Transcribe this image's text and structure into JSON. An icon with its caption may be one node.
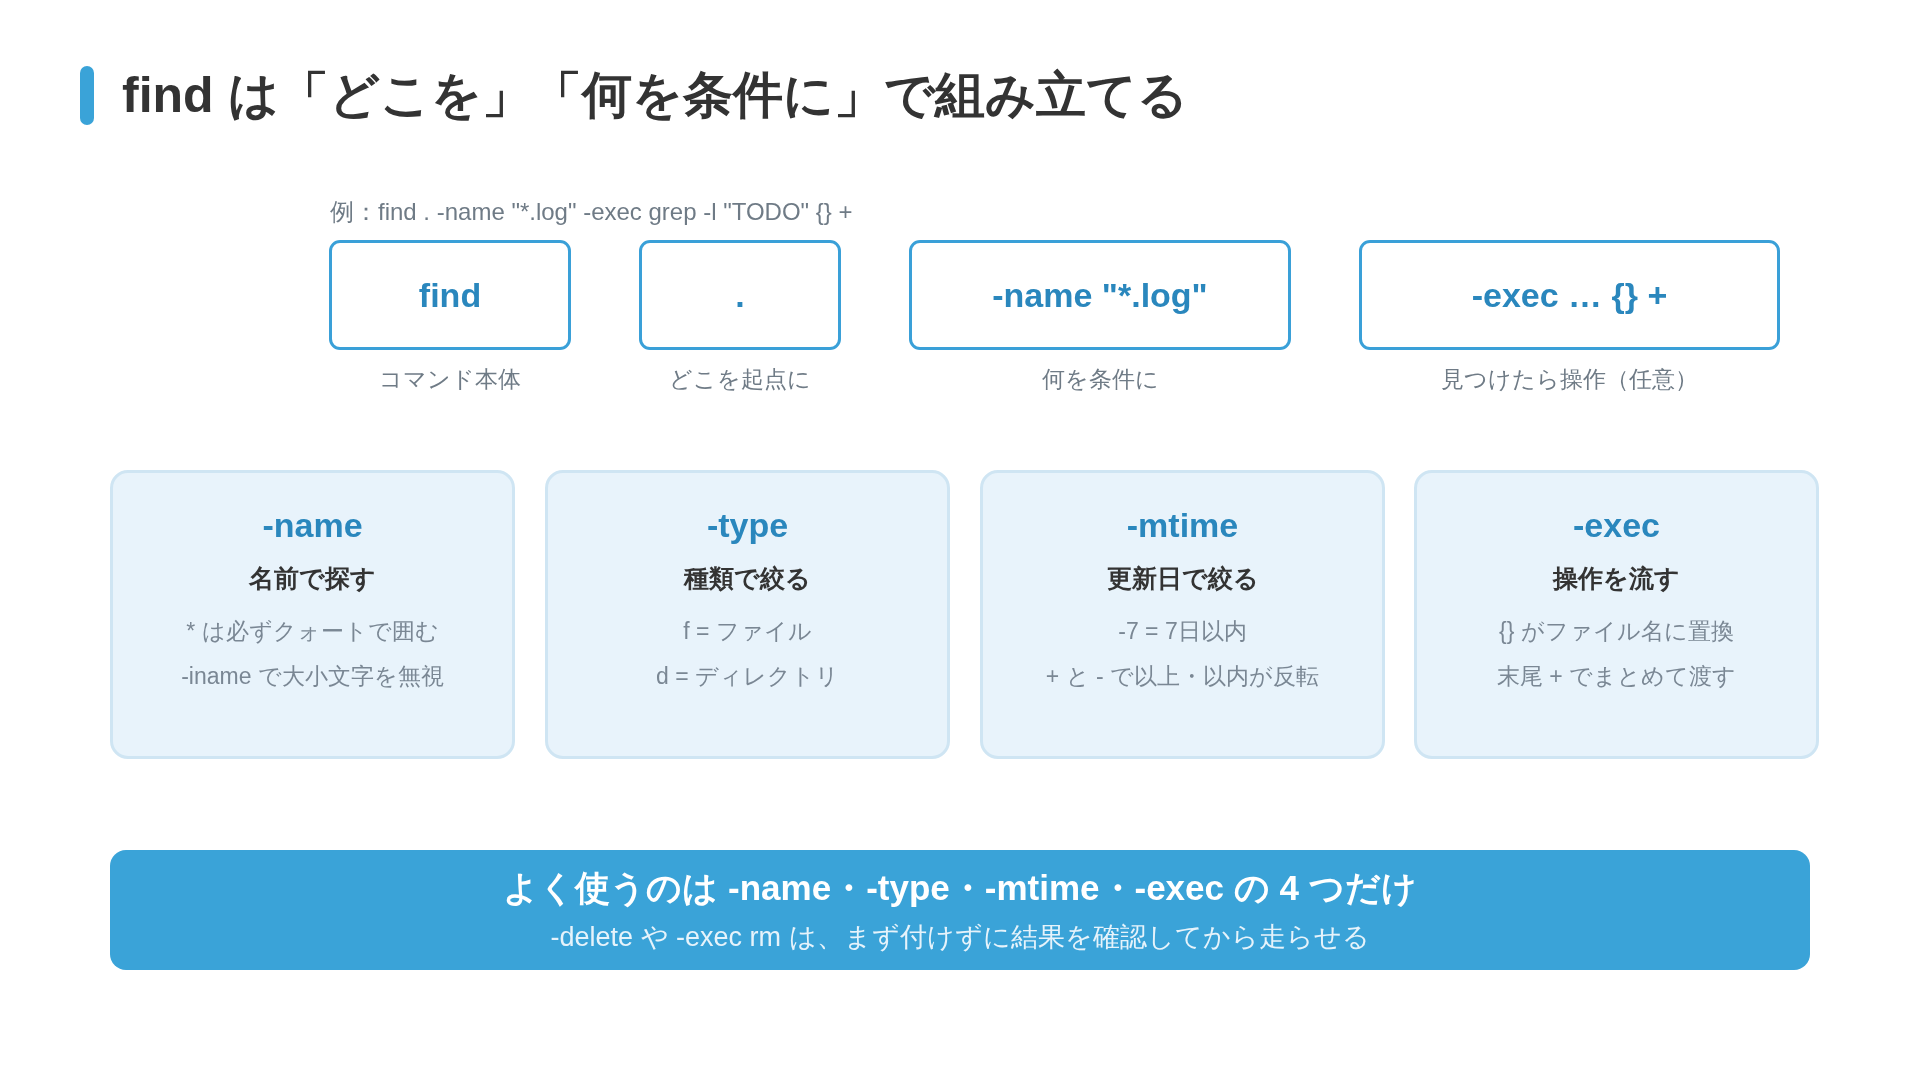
{
  "diagram": {
    "title": "find は「どこを」「何を条件に」で組み立てる",
    "nodes": [
      {
        "text": [
          "find"
        ],
        "beside": [
          "コマンド本体"
        ]
      },
      {
        "text": [
          "."
        ],
        "beside": [
          "どこを起点に"
        ]
      },
      {
        "text": [
          "-name \"*.log\""
        ],
        "beside": [
          "何を条件に"
        ]
      },
      {
        "text": [
          "-exec … {} +"
        ],
        "beside": [
          "見つけたら操作（任意）"
        ]
      },
      {
        "text": [
          "-name",
          "名前で探す",
          "* は必ずクォートで囲む",
          "-iname で大小文字を無視"
        ]
      },
      {
        "text": [
          "-type",
          "種類で絞る",
          "f = ファイル",
          "d = ディレクトリ"
        ]
      },
      {
        "text": [
          "-mtime",
          "更新日で絞る",
          "-7 = 7日以内",
          "+ と - で以上・以内が反転"
        ]
      },
      {
        "text": [
          "-exec",
          "操作を流す",
          "{} がファイル名に置換",
          "末尾 + でまとめて渡す"
        ]
      },
      {
        "text": [
          "よく使うのは -name・-type・-mtime・-exec の 4 つだけ",
          "-delete や -exec rm は、まず付けずに結果を確認してから走らせる"
        ]
      }
    ],
    "labels": [
      "例：find . -name \"*.log\" -exec grep -l \"TODO\" {} +"
    ]
  }
}
